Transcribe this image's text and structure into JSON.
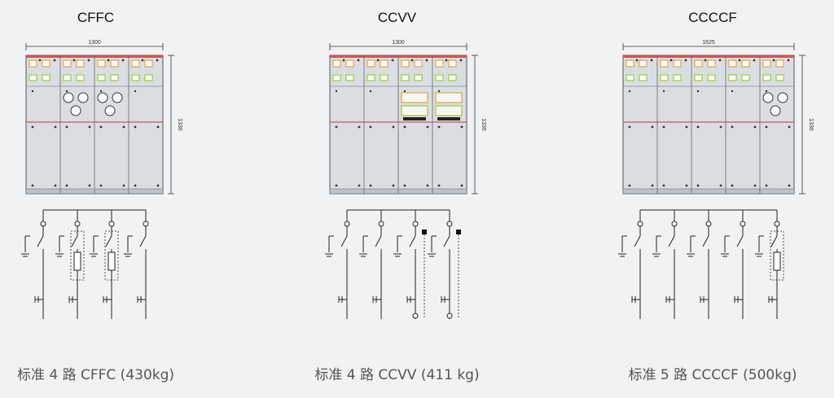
{
  "units": [
    {
      "title": "CFFC",
      "width_label": "1300",
      "height_label": "1336",
      "caption": "标准 4 路 CFFC (430kg)",
      "panels": [
        "C",
        "F",
        "F",
        "C"
      ]
    },
    {
      "title": "CCVV",
      "width_label": "1300",
      "height_label": "1336",
      "caption": "标准 4 路 CCVV (411 kg)",
      "panels": [
        "C",
        "C",
        "V",
        "V"
      ]
    },
    {
      "title": "CCCCF",
      "width_label": "1625",
      "height_label": "1336",
      "caption": "标准 5 路 CCCCF (500kg)",
      "panels": [
        "C",
        "C",
        "C",
        "C",
        "F"
      ]
    }
  ],
  "colors": {
    "accent_red": "#d9534f",
    "panel_fill": "#d9dee3",
    "panel_stroke": "#555555",
    "line": "#222222",
    "orange_module": "#e8a23a",
    "green_module": "#9acd32"
  }
}
